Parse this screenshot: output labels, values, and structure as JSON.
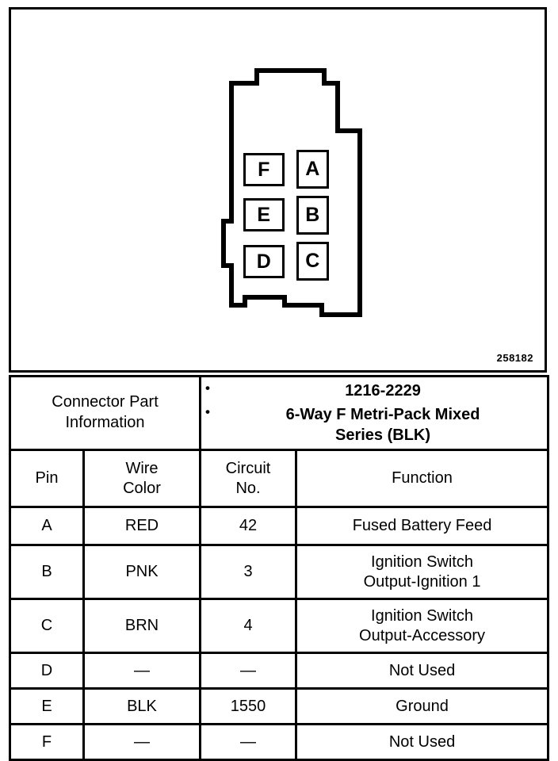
{
  "diagram": {
    "title": "connector-face-view",
    "reference_number": "258182",
    "pins": [
      {
        "id": "F",
        "label": "F",
        "column": "left",
        "row": 1
      },
      {
        "id": "E",
        "label": "E",
        "column": "left",
        "row": 2
      },
      {
        "id": "D",
        "label": "D",
        "column": "left",
        "row": 3
      },
      {
        "id": "A",
        "label": "A",
        "column": "right",
        "row": 1
      },
      {
        "id": "B",
        "label": "B",
        "column": "right",
        "row": 2
      },
      {
        "id": "C",
        "label": "C",
        "column": "right",
        "row": 3
      }
    ]
  },
  "connector_part_information": {
    "label_line1": "Connector Part",
    "label_line2": "Information",
    "bullets": [
      "1216-2229",
      "6-Way F Metri-Pack Mixed Series (BLK)"
    ],
    "bullet_lines": [
      [
        "1216-2229"
      ],
      [
        "6-Way F Metri-Pack Mixed",
        "Series (BLK)"
      ]
    ]
  },
  "pin_table": {
    "headers": {
      "pin": "Pin",
      "wire_color_line1": "Wire",
      "wire_color_line2": "Color",
      "circuit_no_line1": "Circuit",
      "circuit_no_line2": "No.",
      "function": "Function"
    },
    "rows": [
      {
        "pin": "A",
        "wire_color": "RED",
        "circuit_no": "42",
        "function_lines": [
          "Fused Battery Feed"
        ]
      },
      {
        "pin": "B",
        "wire_color": "PNK",
        "circuit_no": "3",
        "function_lines": [
          "Ignition Switch",
          "Output-Ignition 1"
        ]
      },
      {
        "pin": "C",
        "wire_color": "BRN",
        "circuit_no": "4",
        "function_lines": [
          "Ignition Switch",
          "Output-Accessory"
        ]
      },
      {
        "pin": "D",
        "wire_color": "—",
        "circuit_no": "—",
        "function_lines": [
          "Not Used"
        ]
      },
      {
        "pin": "E",
        "wire_color": "BLK",
        "circuit_no": "1550",
        "function_lines": [
          "Ground"
        ]
      },
      {
        "pin": "F",
        "wire_color": "—",
        "circuit_no": "—",
        "function_lines": [
          "Not Used"
        ]
      }
    ]
  },
  "colors": {
    "ink": "#000000",
    "paper": "#ffffff"
  }
}
